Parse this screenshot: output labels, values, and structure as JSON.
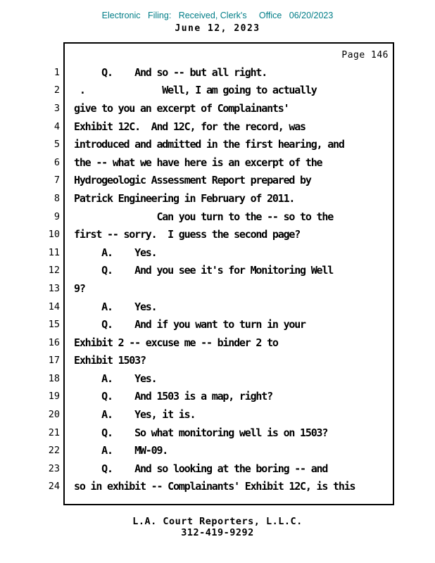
{
  "colors": {
    "header_accent": "#007d87",
    "text": "#000000",
    "page_background": "#ffffff"
  },
  "header": {
    "filing_line": "Electronic   Filing:   Received, Clerk's     Office   06/20/2023",
    "date_line": "June 12, 2023"
  },
  "page": {
    "page_label": "Page 146",
    "lines": [
      {
        "num": "1",
        "text": "     Q.    And so -- but all right."
      },
      {
        "num": "2",
        "text": " .              Well, I am going to actually"
      },
      {
        "num": "3",
        "text": "give to you an excerpt of Complainants'"
      },
      {
        "num": "4",
        "text": "Exhibit 12C.  And 12C, for the record, was"
      },
      {
        "num": "5",
        "text": "introduced and admitted in the first hearing, and"
      },
      {
        "num": "6",
        "text": "the -- what we have here is an excerpt of the"
      },
      {
        "num": "7",
        "text": "Hydrogeologic Assessment Report prepared by"
      },
      {
        "num": "8",
        "text": "Patrick Engineering in February of 2011."
      },
      {
        "num": "9",
        "text": "               Can you turn to the -- so to the"
      },
      {
        "num": "10",
        "text": "first -- sorry.  I guess the second page?"
      },
      {
        "num": "11",
        "text": "     A.    Yes."
      },
      {
        "num": "12",
        "text": "     Q.    And you see it's for Monitoring Well"
      },
      {
        "num": "13",
        "text": "9?"
      },
      {
        "num": "14",
        "text": "     A.    Yes."
      },
      {
        "num": "15",
        "text": "     Q.    And if you want to turn in your"
      },
      {
        "num": "16",
        "text": "Exhibit 2 -- excuse me -- binder 2 to"
      },
      {
        "num": "17",
        "text": "Exhibit 1503?"
      },
      {
        "num": "18",
        "text": "     A.    Yes."
      },
      {
        "num": "19",
        "text": "     Q.    And 1503 is a map, right?"
      },
      {
        "num": "20",
        "text": "     A.    Yes, it is."
      },
      {
        "num": "21",
        "text": "     Q.    So what monitoring well is on 1503?"
      },
      {
        "num": "22",
        "text": "     A.    MW-09."
      },
      {
        "num": "23",
        "text": "     Q.    And so looking at the boring -- and"
      },
      {
        "num": "24",
        "text": "so in exhibit -- Complainants' Exhibit 12C, is this"
      }
    ]
  },
  "footer": {
    "company": "L.A. Court Reporters, L.L.C.",
    "phone": "312-419-9292"
  }
}
